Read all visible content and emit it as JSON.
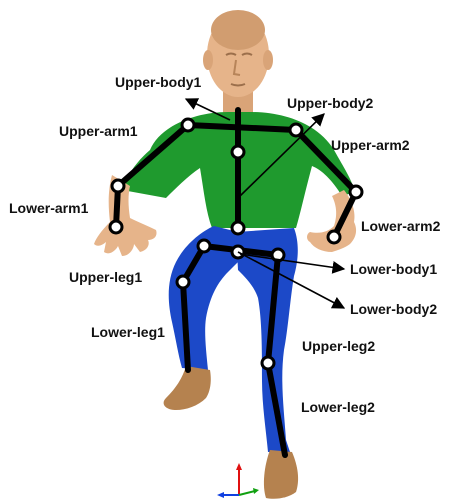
{
  "labels": {
    "upper_body1": "Upper-body1",
    "upper_body2": "Upper-body2",
    "upper_arm1": "Upper-arm1",
    "upper_arm2": "Upper-arm2",
    "lower_arm1": "Lower-arm1",
    "lower_arm2": "Lower-arm2",
    "upper_leg1": "Upper-leg1",
    "lower_body1": "Lower-body1",
    "lower_body2": "Lower-body2",
    "lower_leg1": "Lower-leg1",
    "upper_leg2": "Upper-leg2",
    "lower_leg2": "Lower-leg2"
  },
  "colors": {
    "skin": "#e6b48a",
    "shirt": "#1f9a2e",
    "pants": "#1c49c8",
    "shoes": "#b5824f",
    "skeleton": "#000000",
    "joint_fill": "#ffffff"
  },
  "icons": {
    "axis_gizmo": "xyz-axis-icon"
  }
}
